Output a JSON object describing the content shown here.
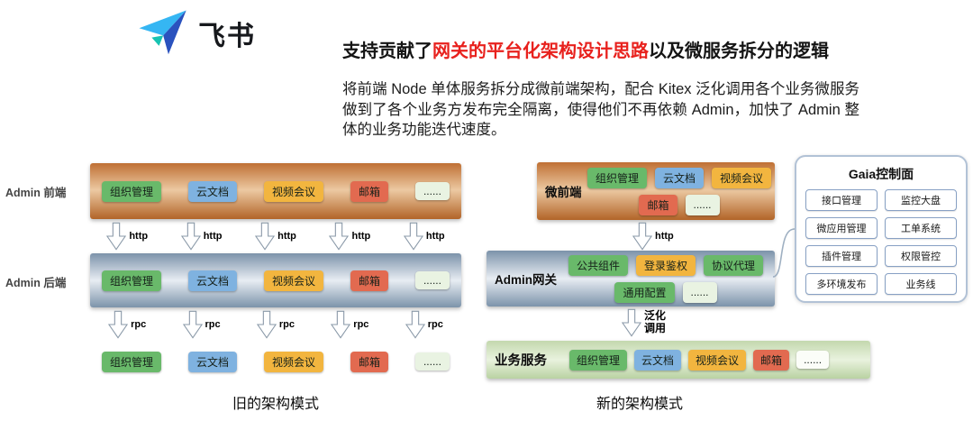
{
  "logo": {
    "brand": "飞书"
  },
  "intro": {
    "headline_pre": "支持贡献了",
    "headline_highlight": "网关的平台化架构设计思路",
    "headline_post": "以及微服务拆分的逻辑",
    "body": "将前端 Node 单体服务拆分成微前端架构，配合 Kitex 泛化调用各个业务微服务做到了各个业务方发布完全隔离，使得他们不再依赖 Admin，加快了 Admin 整体的业务功能迭代速度。"
  },
  "old_arch": {
    "frontend_label": "Admin 前端",
    "backend_label": "Admin 后端",
    "modules": [
      "组织管理",
      "云文档",
      "视频会议",
      "邮箱",
      "......"
    ],
    "http_label": "http",
    "rpc_label": "rpc",
    "caption": "旧的架构模式"
  },
  "new_arch": {
    "micro_frontend_label": "微前端",
    "gateway_label": "Admin网关",
    "services_label": "业务服务",
    "frontend_modules": [
      "组织管理",
      "云文档",
      "视频会议",
      "邮箱",
      "......"
    ],
    "gateway_modules": [
      "公共组件",
      "登录鉴权",
      "协议代理",
      "通用配置",
      "......"
    ],
    "service_modules": [
      "组织管理",
      "云文档",
      "视频会议",
      "邮箱",
      "......"
    ],
    "http_label": "http",
    "generic_call_label": "泛化调用",
    "caption": "新的架构模式"
  },
  "gaia": {
    "title": "Gaia控制面",
    "items": [
      "接口管理",
      "监控大盘",
      "微应用管理",
      "工单系统",
      "插件管理",
      "权限管控",
      "多环境发布",
      "业务线"
    ]
  },
  "colors": {
    "highlight_red": "#e8211d",
    "bar_orange": "#bf7034",
    "bar_blue": "#7c93aa",
    "bar_green": "#c3d8ae",
    "chip_green": "#69b96a",
    "chip_blue": "#7fb2e0",
    "chip_amber": "#f2b53f",
    "chip_red": "#e26a50",
    "chip_light": "#e9f3e2"
  }
}
